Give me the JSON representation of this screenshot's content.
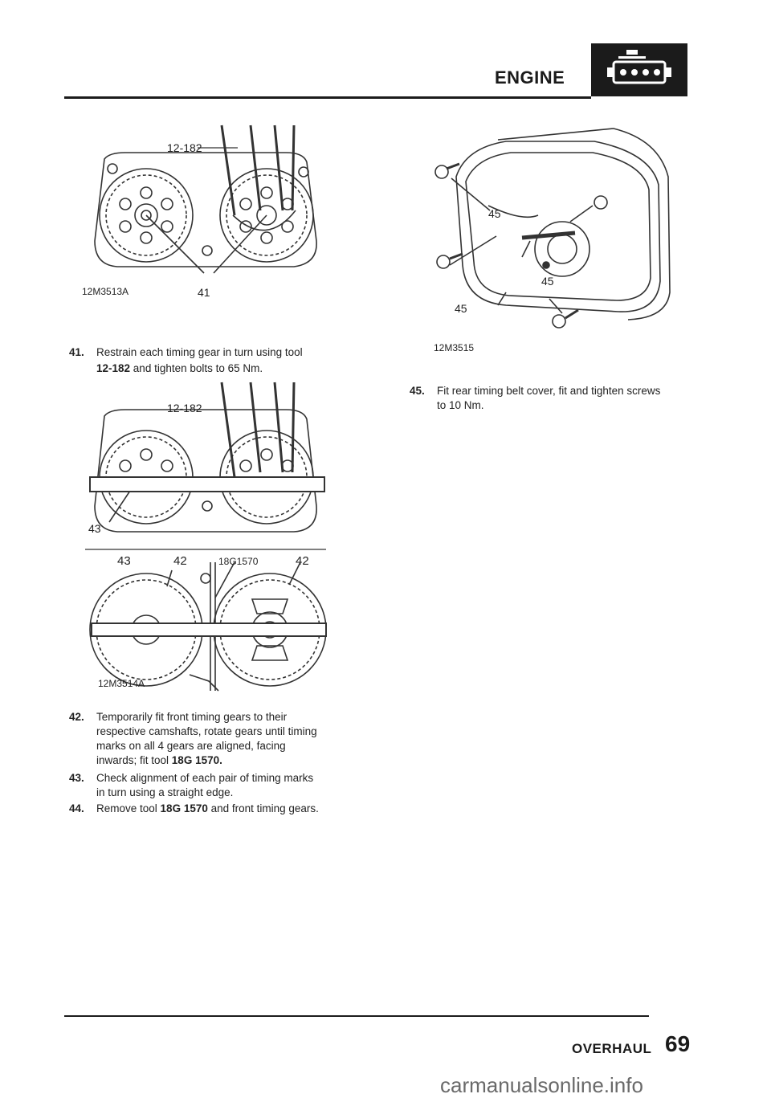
{
  "header": {
    "section_title": "ENGINE",
    "icon": "engine-icon"
  },
  "figures": {
    "fig1": {
      "tool_label": "12-182",
      "ref": "12M3513A",
      "callout": "41"
    },
    "fig2": {
      "tool_label": "12-182",
      "callout": "43"
    },
    "fig3": {
      "callout_a": "43",
      "callout_b": "42",
      "tool_label": "18G1570",
      "callout_c": "42",
      "ref": "12M3514A"
    },
    "fig4": {
      "callout_a": "45",
      "callout_b": "45",
      "callout_c": "45",
      "ref": "12M3515"
    }
  },
  "steps": {
    "s41": {
      "num": "41.",
      "line1": "Restrain each timing gear in turn using tool",
      "tool": "12-182",
      "line2_rest": " and tighten bolts to 65 Nm."
    },
    "s42": {
      "num": "42.",
      "line1": "Temporarily fit front timing gears to their",
      "line2": "respective camshafts, rotate gears until timing",
      "line3": "marks on all 4 gears are aligned, facing",
      "line4_pre": "inwards; fit tool ",
      "tool": "18G 1570."
    },
    "s43": {
      "num": "43.",
      "line1": "Check alignment of each pair of timing marks",
      "line2": "in turn using a straight edge."
    },
    "s44": {
      "num": "44.",
      "pre": "Remove tool ",
      "tool": "18G 1570",
      "post": " and front timing gears."
    },
    "s45": {
      "num": "45.",
      "line1": "Fit rear timing belt cover, fit and tighten screws",
      "line2": "to 10 Nm."
    }
  },
  "footer": {
    "section": "OVERHAUL",
    "page": "69",
    "watermark": "carmanualsonline.info"
  }
}
